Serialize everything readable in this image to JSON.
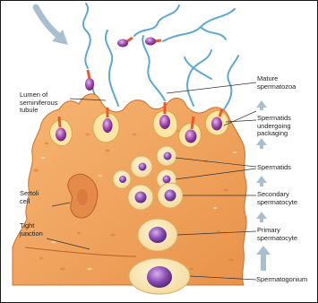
{
  "labels": {
    "lumen": "Lumen of\nseminiferous\ntubule",
    "sertoli": "Sertoli\ncell",
    "tight": "Tight\njunction",
    "mature": "Mature\nspermatozoa",
    "packaging": "Spermatids\nundergoing\npackaging",
    "spermatids": "Spermatids",
    "secondary": "Secondary\nspermatocyte",
    "primary": "Primary\nspermatocyte",
    "spermatogonium": "Spermatogonium"
  },
  "colors": {
    "sertoli": "#f0a862",
    "sertoli_dark": "#d9803c",
    "cell_fill": "#f8e7b8",
    "nucleus": "#7a3fa0",
    "nucleus_light": "#b58ad0",
    "tail": "#5aa9c9",
    "midpiece": "#e85a2a",
    "arrow": "#9fb6c8"
  }
}
